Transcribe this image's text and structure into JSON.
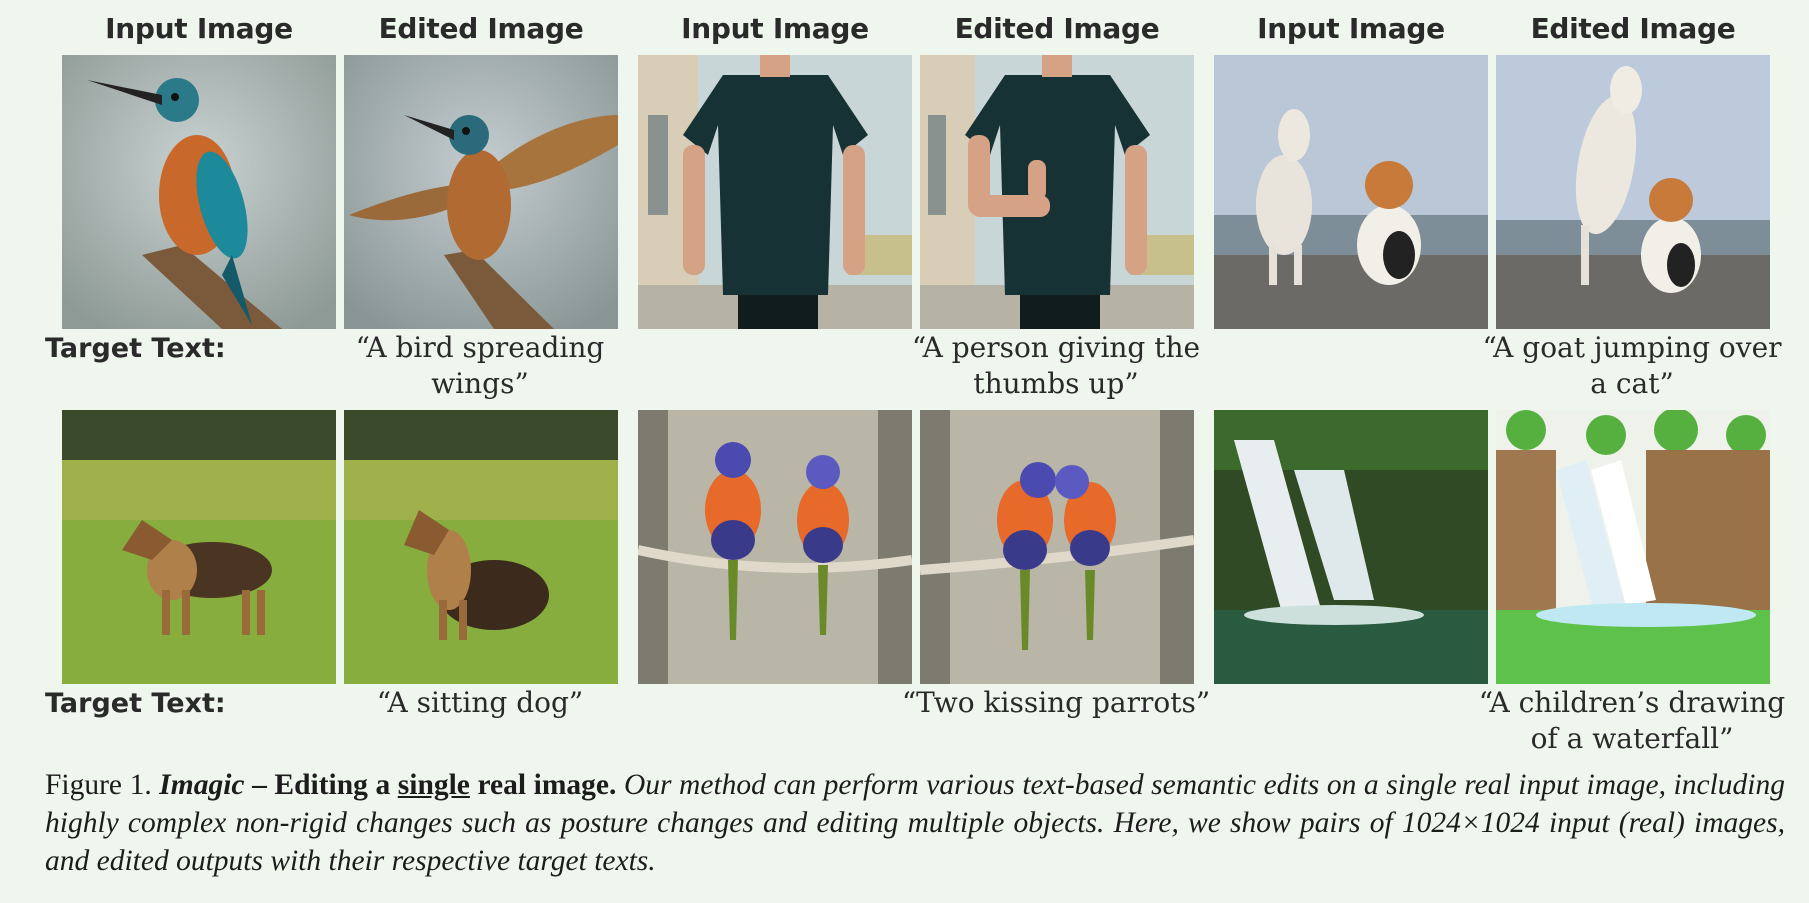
{
  "columns": [
    {
      "header": "Input Image"
    },
    {
      "header": "Edited Image"
    },
    {
      "header": "Input Image"
    },
    {
      "header": "Edited Image"
    },
    {
      "header": "Input Image"
    },
    {
      "header": "Edited Image"
    }
  ],
  "row1": {
    "label": "Target Text:",
    "texts": [
      "“A bird spreading wings”",
      "“A person giving the thumbs up”",
      "“A goat jumping over a cat”"
    ]
  },
  "row2": {
    "label": "Target Text:",
    "texts": [
      "“A sitting dog”",
      "“Two kissing parrots”",
      "“A children’s drawing of a waterfall”"
    ]
  },
  "caption": {
    "figure_label": "Figure 1.",
    "title_italic": "Imagic",
    "title_mid": " – Editing a ",
    "title_underlined": "single",
    "title_end": " real image.",
    "body": " Our method can perform various text-based semantic edits on a single real input image, including highly complex non-rigid changes such as posture changes and editing multiple objects. Here, we show pairs of 1024×1024 input (real) images, and edited outputs with their respective target texts."
  }
}
